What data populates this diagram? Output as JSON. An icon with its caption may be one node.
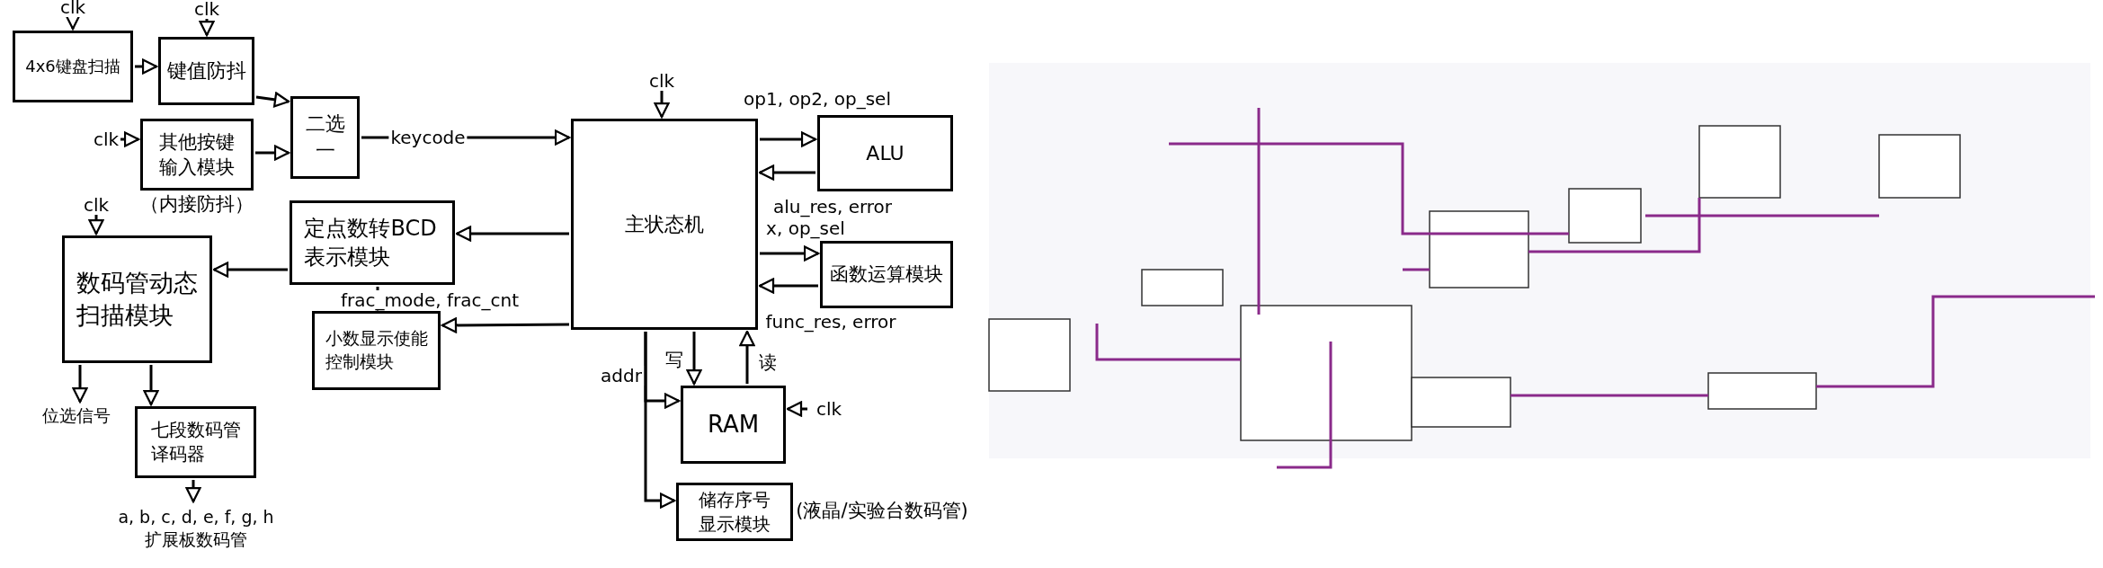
{
  "diagram": {
    "nodes": [
      {
        "text": [
          "4x6键盘扫描"
        ]
      },
      {
        "text": [
          "键值防抖"
        ]
      },
      {
        "text": [
          "其他按键输入模块"
        ],
        "beside": [
          "（内接防抖）"
        ]
      },
      {
        "text": [
          "二选一"
        ]
      },
      {
        "text": [
          "主状态机"
        ]
      },
      {
        "text": [
          "ALU"
        ]
      },
      {
        "text": [
          "函数运算模块"
        ]
      },
      {
        "text": [
          "定点数转BCD表示模块"
        ]
      },
      {
        "text": [
          "小数显示使能控制模块"
        ]
      },
      {
        "text": [
          "数码管动态扫描模块"
        ]
      },
      {
        "text": [
          "七段数码管译码器"
        ]
      },
      {
        "text": [
          "RAM"
        ]
      },
      {
        "text": [
          "储存序号显示模块"
        ],
        "beside": [
          "(液晶/实验台数码管)"
        ]
      },
      {
        "text": [
          "a, b, c, d, e, f, g, h",
          "扩展板数码管"
        ]
      },
      {
        "text": [
          "位选信号"
        ]
      }
    ],
    "edges": [
      {
        "from": null,
        "to": 0,
        "arrow": "to",
        "label": "clk"
      },
      {
        "from": null,
        "to": 1,
        "arrow": "to",
        "label": "clk"
      },
      {
        "from": 0,
        "to": 1,
        "arrow": "to"
      },
      {
        "from": 1,
        "to": 3,
        "arrow": "to"
      },
      {
        "from": null,
        "to": 2,
        "arrow": "to",
        "label": "clk"
      },
      {
        "from": 2,
        "to": 3,
        "arrow": "to"
      },
      {
        "from": 3,
        "to": 4,
        "arrow": "to",
        "label": "keycode"
      },
      {
        "from": null,
        "to": 4,
        "arrow": "to",
        "label": "clk"
      },
      {
        "from": 4,
        "to": 5,
        "arrow": "to",
        "label": "op1, op2, op_sel"
      },
      {
        "from": 5,
        "to": 4,
        "arrow": "to",
        "label": "alu_res, error"
      },
      {
        "from": 4,
        "to": 6,
        "arrow": "to",
        "label": "x, op_sel"
      },
      {
        "from": 6,
        "to": 4,
        "arrow": "to",
        "label": "func_res, error"
      },
      {
        "from": 4,
        "to": 7,
        "arrow": "to"
      },
      {
        "from": 4,
        "to": 8,
        "arrow": "to",
        "label": "frac_mode, frac_cnt"
      },
      {
        "from": 7,
        "to": 8,
        "arrow": "to"
      },
      {
        "from": null,
        "to": 9,
        "arrow": "to",
        "label": "clk"
      },
      {
        "from": 7,
        "to": 9,
        "arrow": "to"
      },
      {
        "from": 9,
        "to": 14,
        "arrow": "to"
      },
      {
        "from": 9,
        "to": 10,
        "arrow": "to"
      },
      {
        "from": 10,
        "to": 13,
        "arrow": "to"
      },
      {
        "from": 4,
        "to": 11,
        "arrow": "to",
        "label": "写"
      },
      {
        "from": 11,
        "to": 4,
        "arrow": "to",
        "label": "读"
      },
      {
        "from": 4,
        "to": 11,
        "arrow": "to",
        "label": "addr"
      },
      {
        "from": 4,
        "to": 12,
        "arrow": "to"
      },
      {
        "from": null,
        "to": 11,
        "arrow": "to",
        "label": "clk"
      }
    ]
  }
}
